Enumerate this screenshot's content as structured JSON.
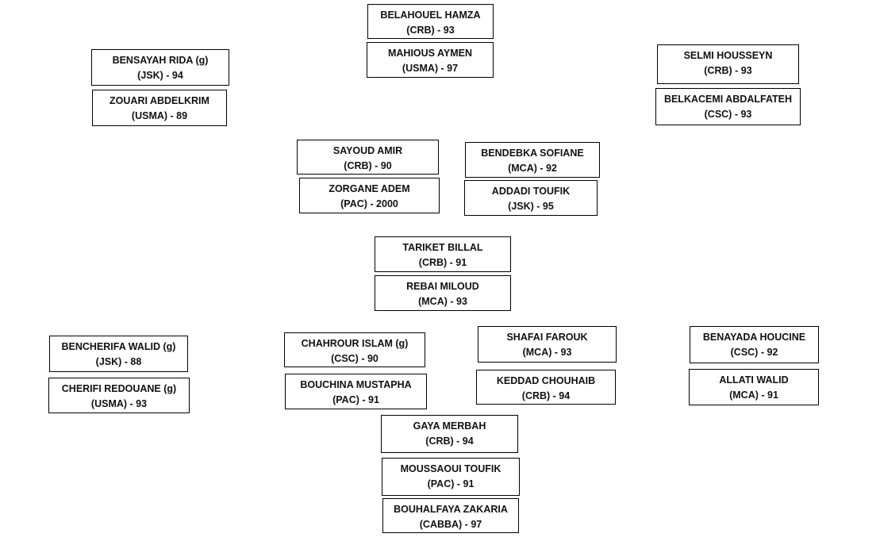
{
  "players": [
    {
      "id": "belahouel",
      "name": "BELAHOUEL HAMZA",
      "club": "(CRB) - 93"
    },
    {
      "id": "mahious",
      "name": "MAHIOUS AYMEN",
      "club": "(USMA) - 97"
    },
    {
      "id": "bensayah",
      "name": "BENSAYAH RIDA (g)",
      "club": "(JSK) - 94"
    },
    {
      "id": "zouari",
      "name": "ZOUARI ABDELKRIM",
      "club": "(USMA)  - 89"
    },
    {
      "id": "selmi",
      "name": "SELMI HOUSSEYN",
      "club": "(CRB) - 93"
    },
    {
      "id": "belkacemi",
      "name": "BELKACEMI ABDALFATEH",
      "club": "(CSC) - 93"
    },
    {
      "id": "sayoud",
      "name": "SAYOUD AMIR",
      "club": "(CRB) - 90"
    },
    {
      "id": "zorgane",
      "name": "ZORGANE ADEM",
      "club": "(PAC) - 2000"
    },
    {
      "id": "bendebka",
      "name": "BENDEBKA SOFIANE",
      "club": "(MCA) - 92"
    },
    {
      "id": "addadi",
      "name": "ADDADI TOUFIK",
      "club": "(JSK) - 95"
    },
    {
      "id": "tariket",
      "name": "TARIKET BILLAL",
      "club": "(CRB) - 91"
    },
    {
      "id": "rebai",
      "name": "REBAI MILOUD",
      "club": "(MCA) - 93"
    },
    {
      "id": "bencherifa",
      "name": "BENCHERIFA WALID (g)",
      "club": "(JSK) - 88"
    },
    {
      "id": "cherifi",
      "name": "CHERIFI  REDOUANE (g)",
      "club": "(USMA) - 93"
    },
    {
      "id": "chahrour",
      "name": "CHAHROUR ISLAM (g)",
      "club": "(CSC) - 90"
    },
    {
      "id": "bouchina",
      "name": "BOUCHINA MUSTAPHA",
      "club": "(PAC) - 91"
    },
    {
      "id": "shafai",
      "name": "SHAFAI FAROUK",
      "club": "(MCA) - 93"
    },
    {
      "id": "keddad",
      "name": "KEDDAD  CHOUHAIB",
      "club": "(CRB) - 94"
    },
    {
      "id": "benayada",
      "name": "BENAYADA HOUCINE",
      "club": "(CSC) - 92"
    },
    {
      "id": "allati",
      "name": "ALLATI WALID",
      "club": "(MCA) - 91"
    },
    {
      "id": "gaya",
      "name": "GAYA MERBAH",
      "club": "(CRB) - 94"
    },
    {
      "id": "moussaoui",
      "name": "MOUSSAOUI TOUFIK",
      "club": "(PAC) - 91"
    },
    {
      "id": "bouhalfaya",
      "name": "BOUHALFAYA ZAKARIA",
      "club": "(CABBA) - 97"
    }
  ]
}
